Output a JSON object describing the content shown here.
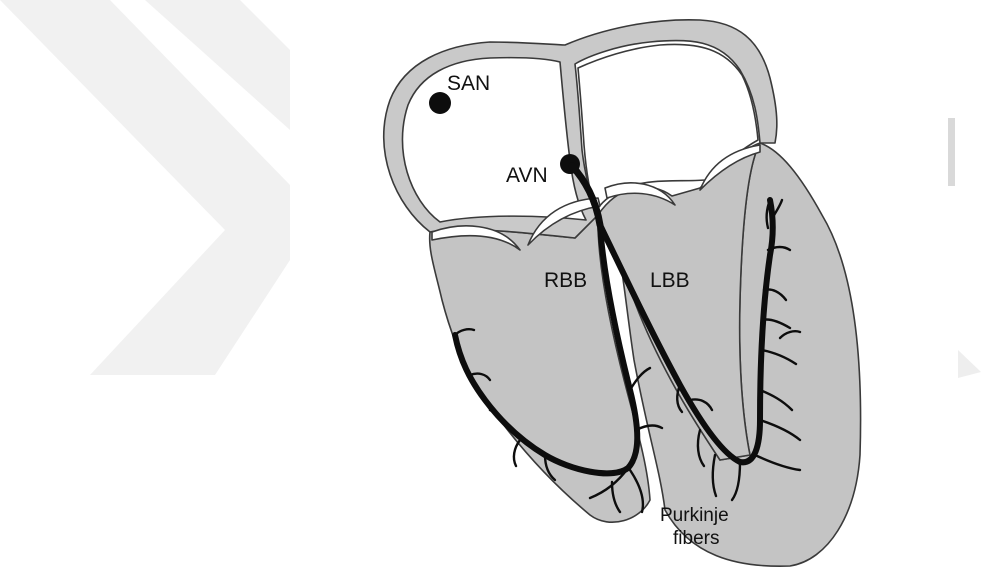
{
  "labels": {
    "san": "SAN",
    "avn": "AVN",
    "rbb": "RBB",
    "lbb": "LBB",
    "purkinje_line1": "Purkinje",
    "purkinje_line2": "fibers"
  },
  "colors": {
    "wall_fill": "#c4c4c4",
    "outline": "#3a3a3a",
    "conduction": "#0d0d0d",
    "watermark": "#f1f1f1"
  }
}
